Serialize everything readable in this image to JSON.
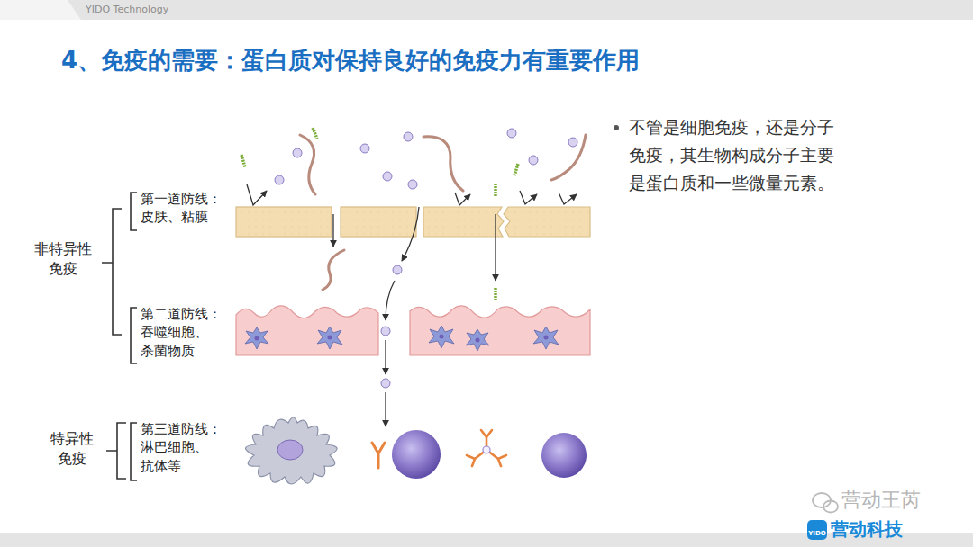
{
  "diagram": {
    "title": "4、免疫的需要：蛋白质对保持良好的免疫力有重要作用",
    "labels": [
      "YIDO Technology",
      "第一道防线： 皮肤、粘膜",
      "第二道防线： 吞噬细胞、 杀菌物质",
      "第三道防线： 淋巴细胞、 抗体等",
      "非特异性 免疫",
      "特异性 免疫",
      "不管是细胞免疫，还是分子 免疫，其生物构成分子主要 是蛋白质和一些微量元素。",
      "营动王芮",
      "YIDO",
      "营动科技"
    ]
  }
}
